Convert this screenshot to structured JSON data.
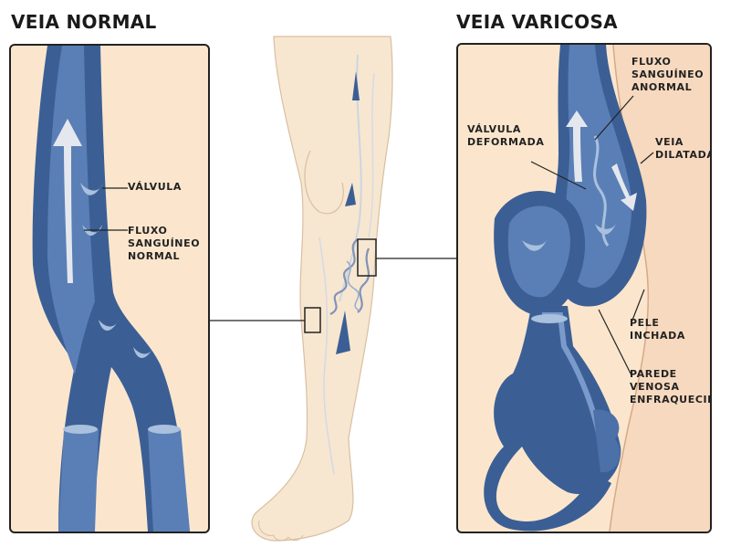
{
  "titles": {
    "normal_vein": "VEIA NORMAL",
    "varicose_vein": "VEIA VARICOSA"
  },
  "labels": {
    "valve": "VÁLVULA",
    "normal_flow": "FLUXO\nSANGUÍNEO\nNORMAL",
    "abnormal_flow": "FLUXO\nSANGUÍNEO\nANORMAL",
    "deformed_valve": "VÁLVULA\nDEFORMADA",
    "dilated_vein": "VEIA\nDILATADA",
    "swollen_skin": "PELE\nINCHADA",
    "weakened_wall": "PAREDE VENOSA\nENFRAQUECIDA"
  },
  "colors": {
    "skin": "#fbe6cd",
    "leg_skin": "#f7e7d0",
    "vein_dark": "#3b5f95",
    "vein_mid": "#5a7fb6",
    "vein_light": "#a9c0de",
    "arrow": "#e4e8ee",
    "outline": "#222222"
  }
}
